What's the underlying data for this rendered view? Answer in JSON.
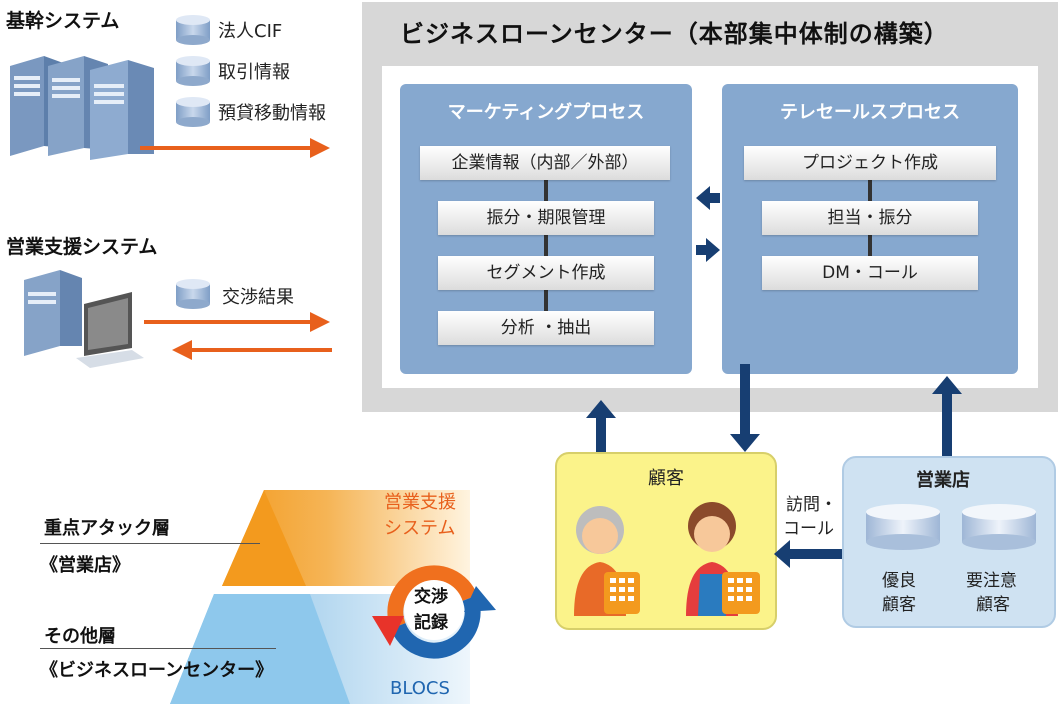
{
  "left": {
    "core_title": "基幹システム",
    "core_items": [
      "法人CIF",
      "取引情報",
      "預貸移動情報"
    ],
    "sales_title": "営業支援システム",
    "sales_item": "交渉結果"
  },
  "center": {
    "title": "ビジネスローンセンター（本部集中体制の構築）",
    "marketing": {
      "title": "マーケティングプロセス",
      "steps": [
        "企業情報（内部／外部）",
        "振分・期限管理",
        "セグメント作成",
        "分析 ・抽出"
      ]
    },
    "telesales": {
      "title": "テレセールスプロセス",
      "steps": [
        "プロジェクト作成",
        "担当・振分",
        "DM・コール"
      ]
    }
  },
  "customer": {
    "title": "顧客"
  },
  "branch": {
    "title": "営業店",
    "item1": [
      "優良",
      "顧客"
    ],
    "item2": [
      "要注意",
      "顧客"
    ]
  },
  "visit_label": [
    "訪問・",
    "コール"
  ],
  "pyramid": {
    "top_label": "重点アタック層",
    "top_sub": "《営業店》",
    "bottom_label": "その他層",
    "bottom_sub": "《ビジネスローンセンター》"
  },
  "cycle": {
    "system_label": [
      "営業支援",
      "システム"
    ],
    "center_label": [
      "交渉",
      "記録"
    ],
    "bottom_label": "BLOCS"
  },
  "colors": {
    "arrow_orange": "#e8601c",
    "arrow_navy": "#173e72",
    "panel_blue": "#86a8cf",
    "customer_yellow": "#fbf38a",
    "branch_blue": "#cfe2f2",
    "pyramid_orange": "#f39a1e",
    "pyramid_blue": "#8ec8ec"
  }
}
